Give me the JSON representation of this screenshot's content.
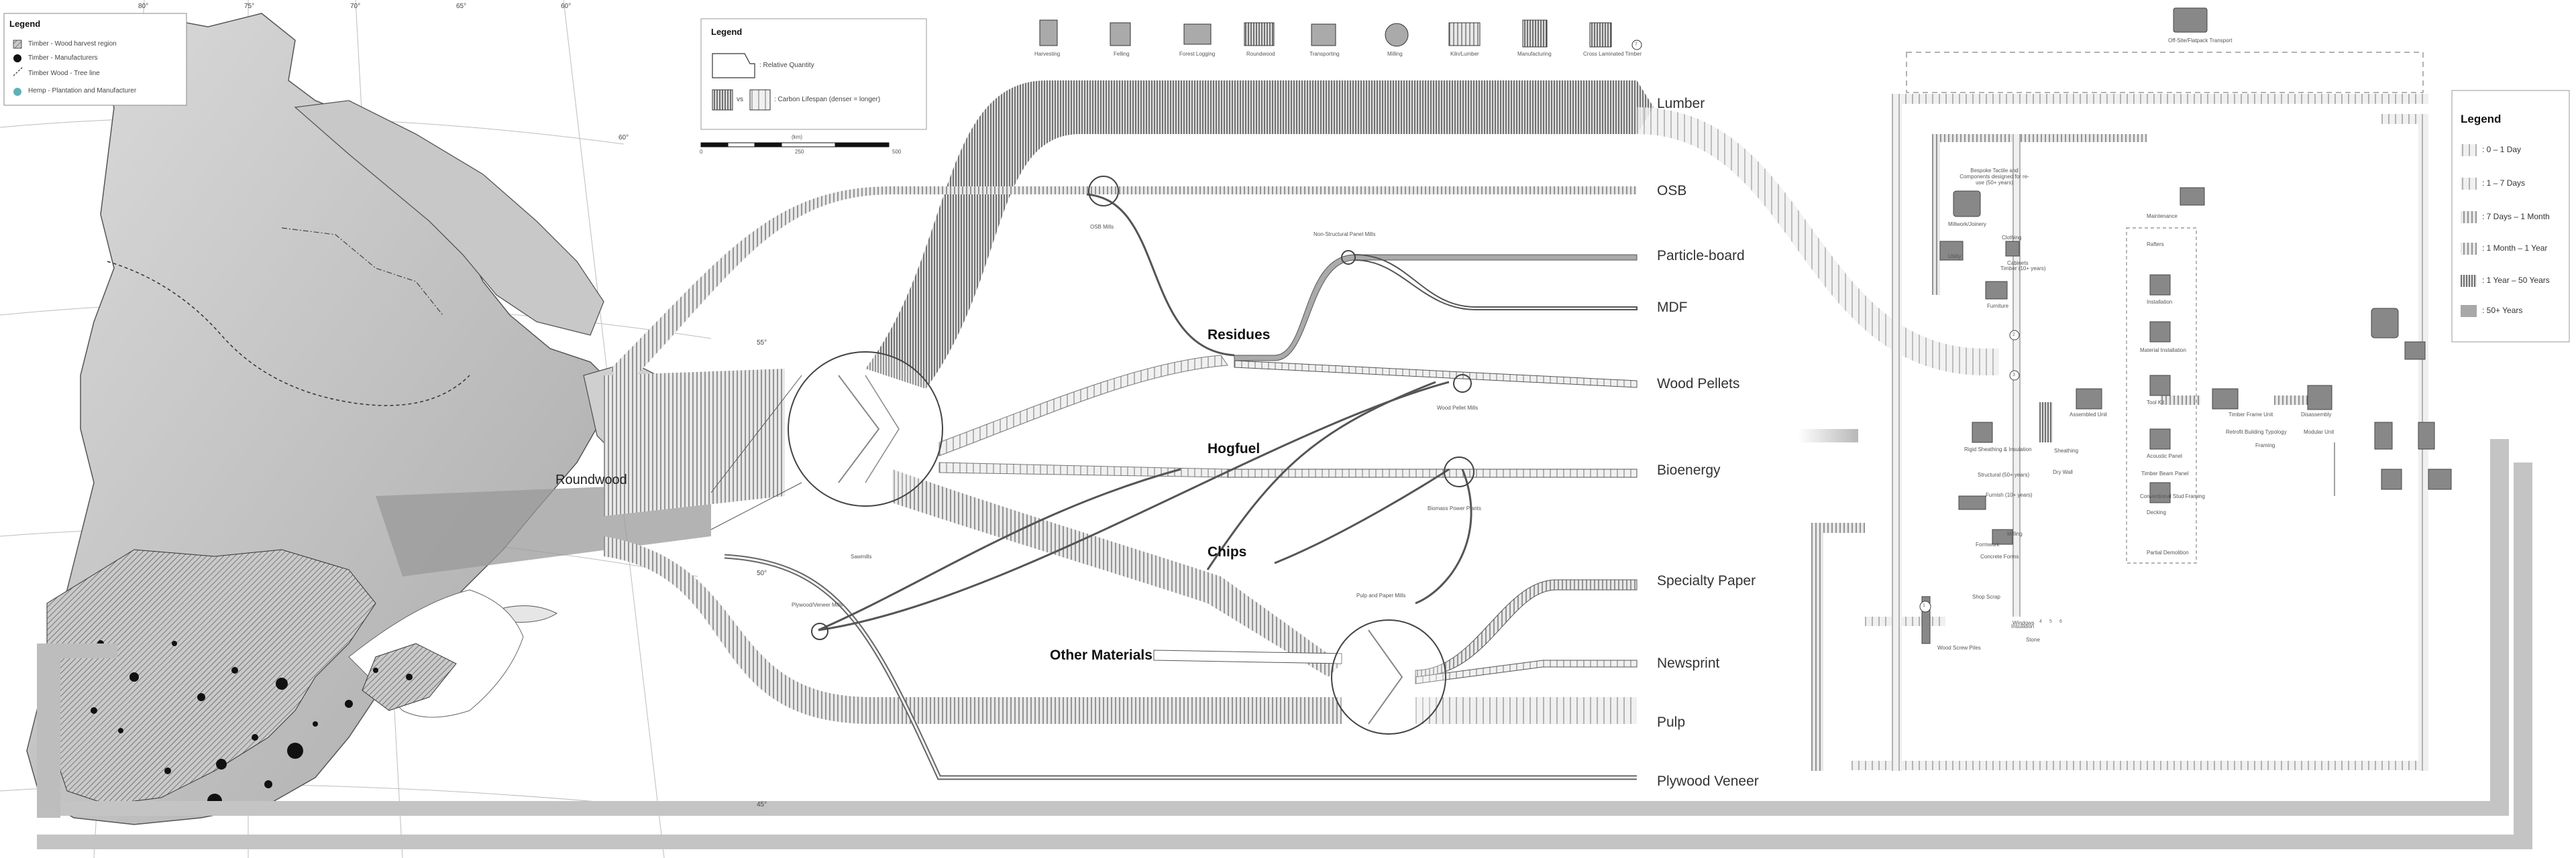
{
  "map_legend": {
    "title": "Legend",
    "items": [
      {
        "label": "Timber - Wood harvest region"
      },
      {
        "label": "Timber - Manufacturers"
      },
      {
        "label": "Timber Wood - Tree line"
      },
      {
        "label": "Hemp - Plantation and Manufacturer"
      }
    ]
  },
  "map_labels": {
    "lon": [
      "80°",
      "75°",
      "70°",
      "65°",
      "60°"
    ],
    "lat": [
      "60°",
      "55°",
      "50°",
      "45°"
    ],
    "roundwood": "Roundwood"
  },
  "flow_legend": {
    "title": "Legend",
    "quantity": ": Relative Quantity",
    "lifespan_vs": "vs",
    "lifespan": ": Carbon Lifespan (denser = longer)",
    "scale_title": "(km)",
    "scale_ticks": [
      "0",
      "250",
      "500"
    ]
  },
  "process_icons": [
    "Harvesting",
    "Felling",
    "Forest Logging",
    "Roundwood",
    "Transporting",
    "Milling",
    "Kiln/Lumber",
    "Manufacturing",
    "Cross Laminated Timber"
  ],
  "hubs": {
    "osb": "OSB Mills",
    "sawmills": "Sawmills",
    "non_structural": "Non-Structural Panel Mills",
    "wood_pellet": "Wood Pellet Mills",
    "biomass": "Biomass Power Plants",
    "pulp": "Pulp and Paper Mills",
    "plywood": "Plywood/Veneer Mills"
  },
  "intermediates": {
    "residues": "Residues",
    "hogfuel": "Hogfuel",
    "chips": "Chips",
    "other": "Other Materials"
  },
  "outputs": [
    "Lumber",
    "OSB",
    "Particle-board",
    "MDF",
    "Wood Pellets",
    "Bioenergy",
    "Specialty Paper",
    "Newsprint",
    "Pulp",
    "Plywood Veneer"
  ],
  "building": {
    "top_label": "Off-Site/Flatpack Transport",
    "items": [
      "Bespoke Tactile and Components designed for re-use (50+ years)",
      "Millwork/Joinery",
      "Cabinets",
      "Clothing",
      "Timber (10+ years)",
      "Furniture",
      "Maintenance",
      "Installation",
      "Material Installation",
      "Assembled Unit",
      "Rigid Sheathing & Insulation",
      "Tool Kit",
      "Acoustic Panel",
      "Conventional Stud Framing",
      "Structural (50+ years)",
      "Partial Demolition",
      "Timber Frame Unit",
      "Disassembly",
      "Concrete Forms",
      "Formwork",
      "Shop Scrap",
      "Wood Screw Piles",
      "Insulation",
      "Stone",
      "Decking",
      "Furnish (10+ years)",
      "Utility",
      "Rafters",
      "Timber Beam Panel",
      "Sheathing",
      "Milling",
      "Framing",
      "Dry Wall",
      "Retrofit Building Typology",
      "Modular Unit",
      "Windows"
    ],
    "step_numbers": [
      "1",
      "2",
      "3",
      "4",
      "5",
      "6",
      "7"
    ]
  },
  "right_legend": {
    "title": "Legend",
    "rows": [
      ": 0 – 1 Day",
      ": 1 – 7 Days",
      ": 7 Days – 1 Month",
      ": 1 Month – 1 Year",
      ": 1 Year – 50 Years",
      ": 50+ Years"
    ]
  },
  "colors": {
    "ink": "#222222",
    "band": "#9a9a9a",
    "land": "#d0d0d0",
    "land_dark": "#a8a8a8",
    "water": "#ffffff",
    "light_band": "#cfcfcf"
  }
}
